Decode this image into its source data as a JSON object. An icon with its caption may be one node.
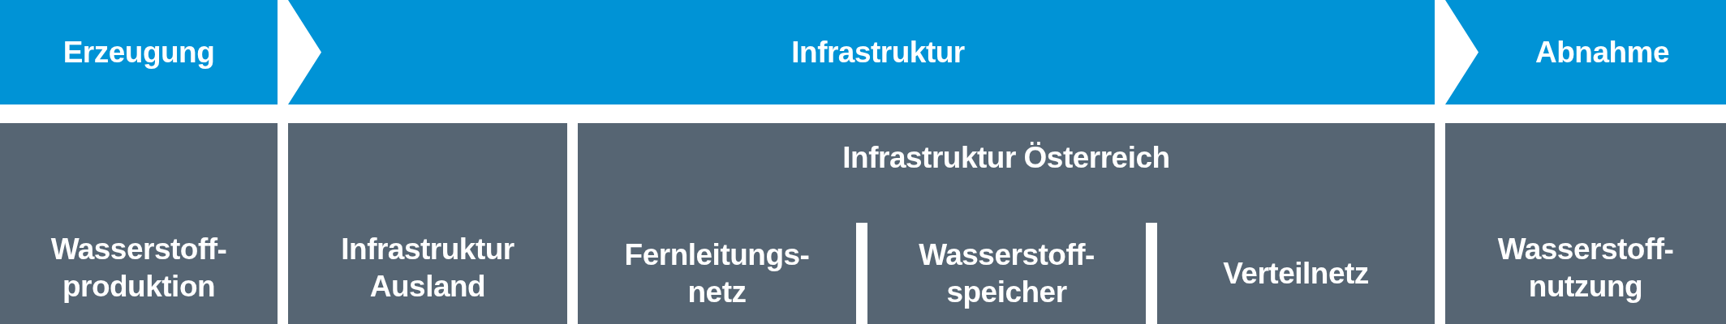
{
  "diagram": {
    "nodes": [
      {
        "text": [
          "Erzeugung"
        ]
      },
      {
        "text": [
          "Infrastruktur"
        ]
      },
      {
        "text": [
          "Abnahme"
        ]
      },
      {
        "text": [
          "Wasserstoff- produktion"
        ]
      },
      {
        "text": [
          "Infrastruktur Ausland"
        ]
      },
      {
        "text": [
          "Infrastruktur Österreich"
        ]
      },
      {
        "text": [
          "Fernleitungs- netz"
        ],
        "in": 5
      },
      {
        "text": [
          "Wasserstoff- speicher"
        ],
        "in": 5
      },
      {
        "text": [
          "Verteilnetz"
        ],
        "in": 5
      },
      {
        "text": [
          "Wasserstoff- nutzung"
        ]
      }
    ]
  }
}
